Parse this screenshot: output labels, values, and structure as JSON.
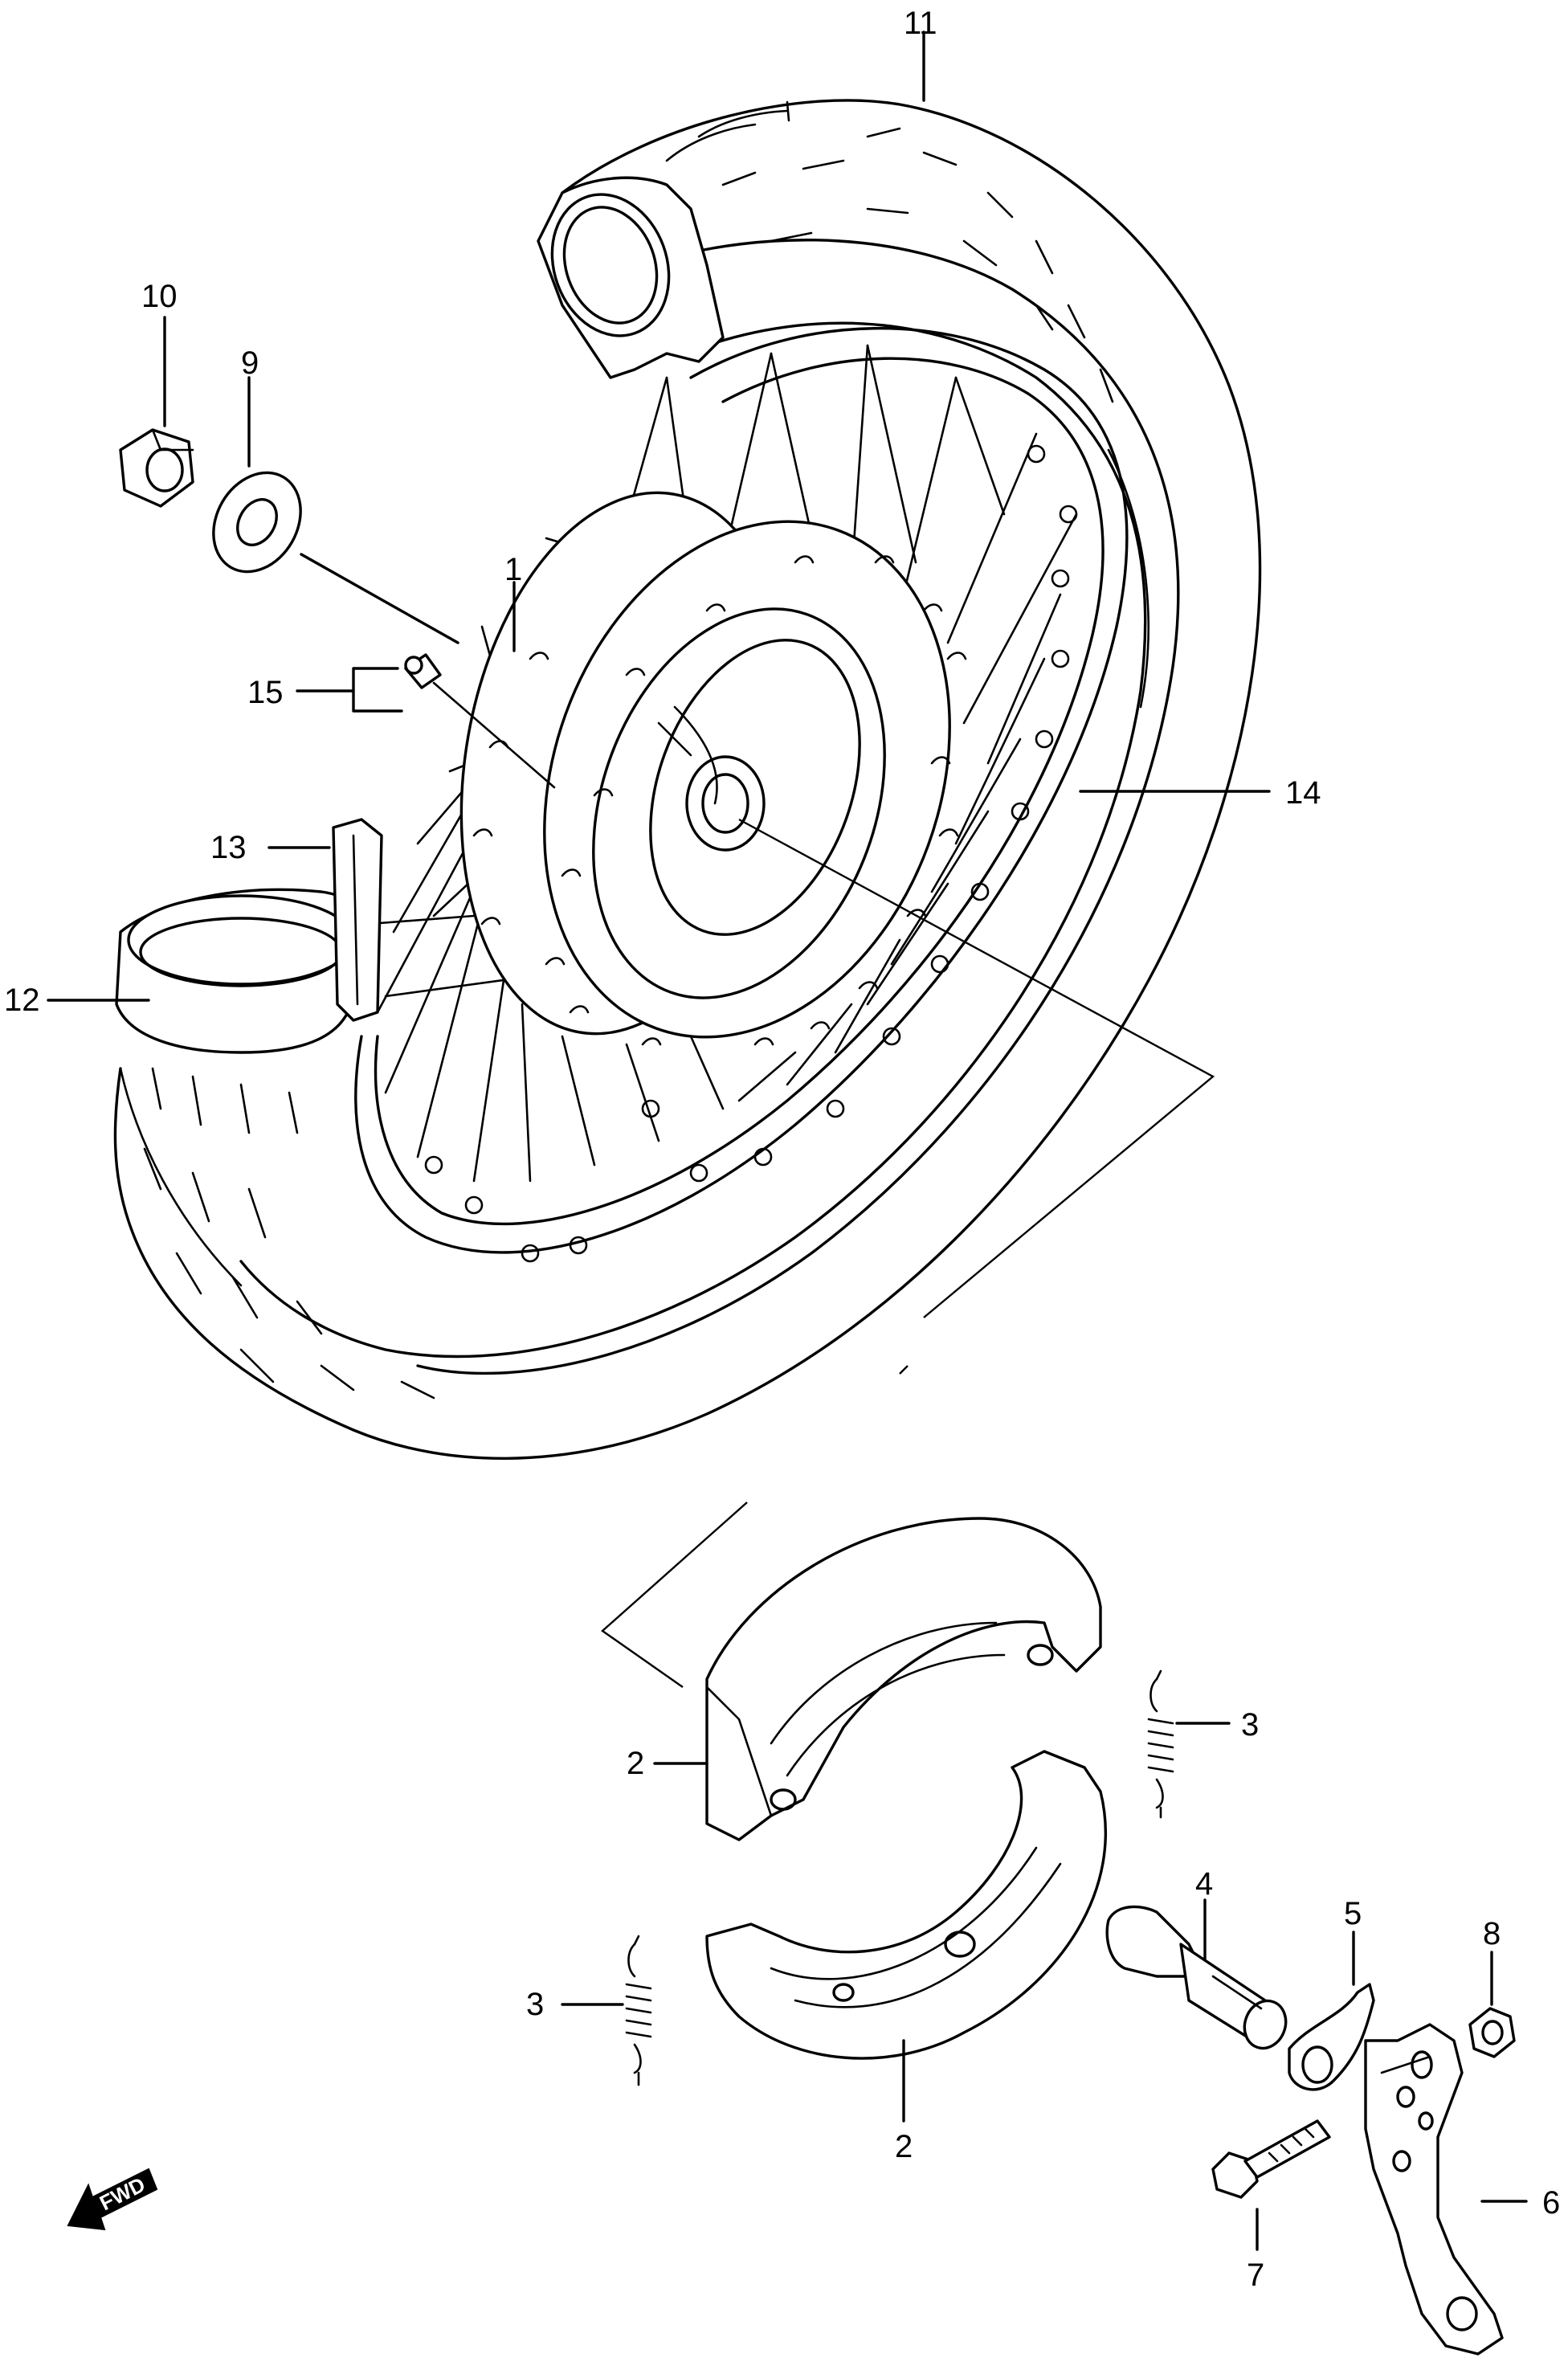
{
  "callouts": {
    "c1": "1",
    "c2a": "2",
    "c2b": "2",
    "c3a": "3",
    "c3b": "3",
    "c4": "4",
    "c5": "5",
    "c6": "6",
    "c7": "7",
    "c8": "8",
    "c9": "9",
    "c10": "10",
    "c11": "11",
    "c12": "12",
    "c13": "13",
    "c14": "14",
    "c15": "15"
  },
  "fwd_label": "FWD"
}
